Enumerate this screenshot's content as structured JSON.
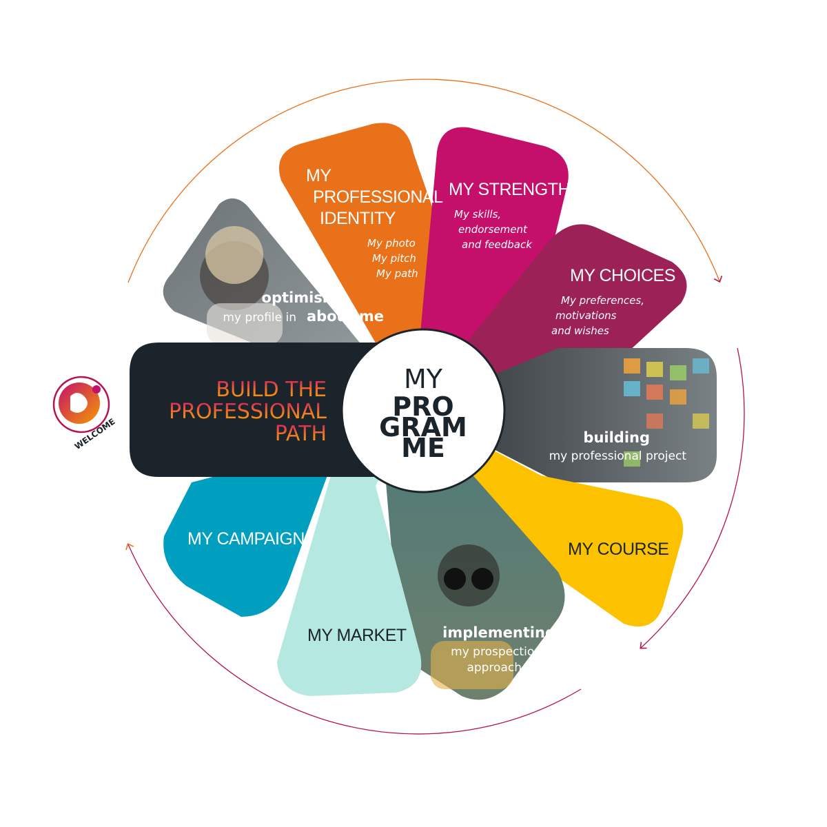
{
  "center": {
    "line1": "MY",
    "line2": "PRO",
    "line3": "GRAM",
    "line4": "ME"
  },
  "build_path": {
    "line1": "BUILD THE",
    "line2": "PROFESSIONAL",
    "line3": "PATH"
  },
  "welcome_badge": {
    "label": "WELCOME"
  },
  "petals": {
    "professional_identity": {
      "title_1": "MY",
      "title_2": "PROFESSIONAL",
      "title_3": "IDENTITY",
      "item_1": "My photo",
      "item_2": "My pitch",
      "item_3": "My path",
      "color": "#e8711a"
    },
    "strengths": {
      "title": "MY STRENGTHS",
      "item_1": "My skills,",
      "item_2": "endorsement",
      "item_3": "and feedback",
      "color": "#c4106b"
    },
    "choices": {
      "title": "MY CHOICES",
      "item_1": "My preferences,",
      "item_2": "motivations",
      "item_3": "and wishes",
      "color": "#9c2157"
    },
    "building": {
      "bold": "building",
      "text": "my professional project"
    },
    "course": {
      "title": "MY COURSE",
      "color": "#fcc200"
    },
    "implementing": {
      "bold": "implementing",
      "text_1": "my prospection",
      "text_2": "approach"
    },
    "market": {
      "title": "MY MARKET",
      "color": "#b6e8e2"
    },
    "campaign": {
      "title": "MY CAMPAIGN",
      "color": "#009ebf"
    },
    "optimising": {
      "bold": "optimising",
      "text": "my profile in",
      "bold_2": "about me"
    }
  },
  "colors": {
    "dark": "#1b242a",
    "arrow": "#b5124f",
    "gradient_start": "#c4106b",
    "gradient_end": "#f5a400"
  }
}
